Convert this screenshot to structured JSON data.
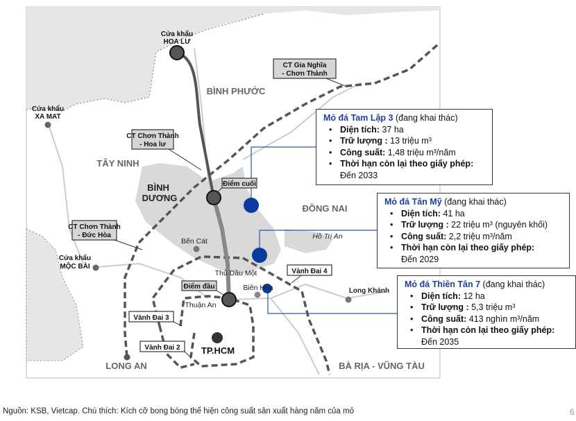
{
  "map": {
    "provinces": {
      "binh_phuoc": "BÌNH PHƯỚC",
      "tay_ninh": "TÂY NINH",
      "binh_duong_1": "BÌNH",
      "binh_duong_2": "DƯƠNG",
      "dong_nai": "ĐỒNG NAI",
      "long_an": "LONG AN",
      "ba_ria": "BÀ RỊA - VŨNG TÀU"
    },
    "border_gates": {
      "hoa_lu_1": "Cửa khẩu",
      "hoa_lu_2": "HOA LƯ",
      "xa_mat_1": "Cửa khẩu",
      "xa_mat_2": "XA MAT",
      "moc_bai_1": "Cửa khẩu",
      "moc_bai_2": "MỘC BÀI"
    },
    "routes": {
      "ct_gia_nghia_1": "CT Gia Nghĩa",
      "ct_gia_nghia_2": "- Chơn Thành",
      "ct_hoa_lu_1": "CT Chơn Thành",
      "ct_hoa_lu_2": "- Hoa lư",
      "ct_duc_hoa_1": "CT Chơn Thành",
      "ct_duc_hoa_2": "- Đức Hòa",
      "diem_cuoi": "Điểm cuối",
      "diem_dau": "Điểm đầu",
      "vd4": "Vành Đai 4",
      "vd3": "Vành Đai 3",
      "vd2": "Vành Đai 2"
    },
    "cities": {
      "ben_cat": "Bến Cát",
      "thu_dau_mot": "Thủ Dầu Một",
      "thuan_an": "Thuận An",
      "bien_hoa": "Biên Hòa",
      "long_khanh": "Long Khánh",
      "tphcm": "TP.HCM",
      "ho_tri_an": "Hồ Trị An"
    },
    "colors": {
      "mine": "#0a3a9e",
      "route": "#555555",
      "region": "#d9d9d9"
    }
  },
  "mines": [
    {
      "name": "Mỏ đá Tam Lập 3",
      "status": "(đang khai thác)",
      "area_label": "Diện tích:",
      "area": "37 ha",
      "reserve_label": "Trữ lượng :",
      "reserve": "13 triệu m³",
      "capacity_label": "Công suất:",
      "capacity": "1,48 triệu m³/năm",
      "license_label": "Thời hạn còn lại theo giấy phép:",
      "license": "Đến 2033"
    },
    {
      "name": "Mỏ đá Tân Mỹ",
      "status": "(đang khai thác)",
      "area_label": "Diện tích:",
      "area": "41 ha",
      "reserve_label": "Trữ lượng :",
      "reserve": "22 triệu m³ (nguyên khối)",
      "capacity_label": "Công suất:",
      "capacity": "2,2 triệu m³/năm",
      "license_label": "Thời hạn còn lại theo giấy phép:",
      "license": "Đến 2029"
    },
    {
      "name": "Mỏ đá Thiên Tân 7",
      "status": "(đang khai thác)",
      "area_label": "Diện tích:",
      "area": "12 ha",
      "reserve_label": "Trữ lượng :",
      "reserve": "5,3 triệu m³",
      "capacity_label": "Công suất:",
      "capacity": "413  nghìn m³/năm",
      "license_label": "Thời hạn còn lại theo giấy phép:",
      "license": "Đến 2035"
    }
  ],
  "footer": {
    "source": "Nguồn: KSB, Vietcap. Chú thích: Kích cỡ bong bóng thể hiện công suất sản xuất hàng năm của mỏ",
    "page": "6"
  }
}
